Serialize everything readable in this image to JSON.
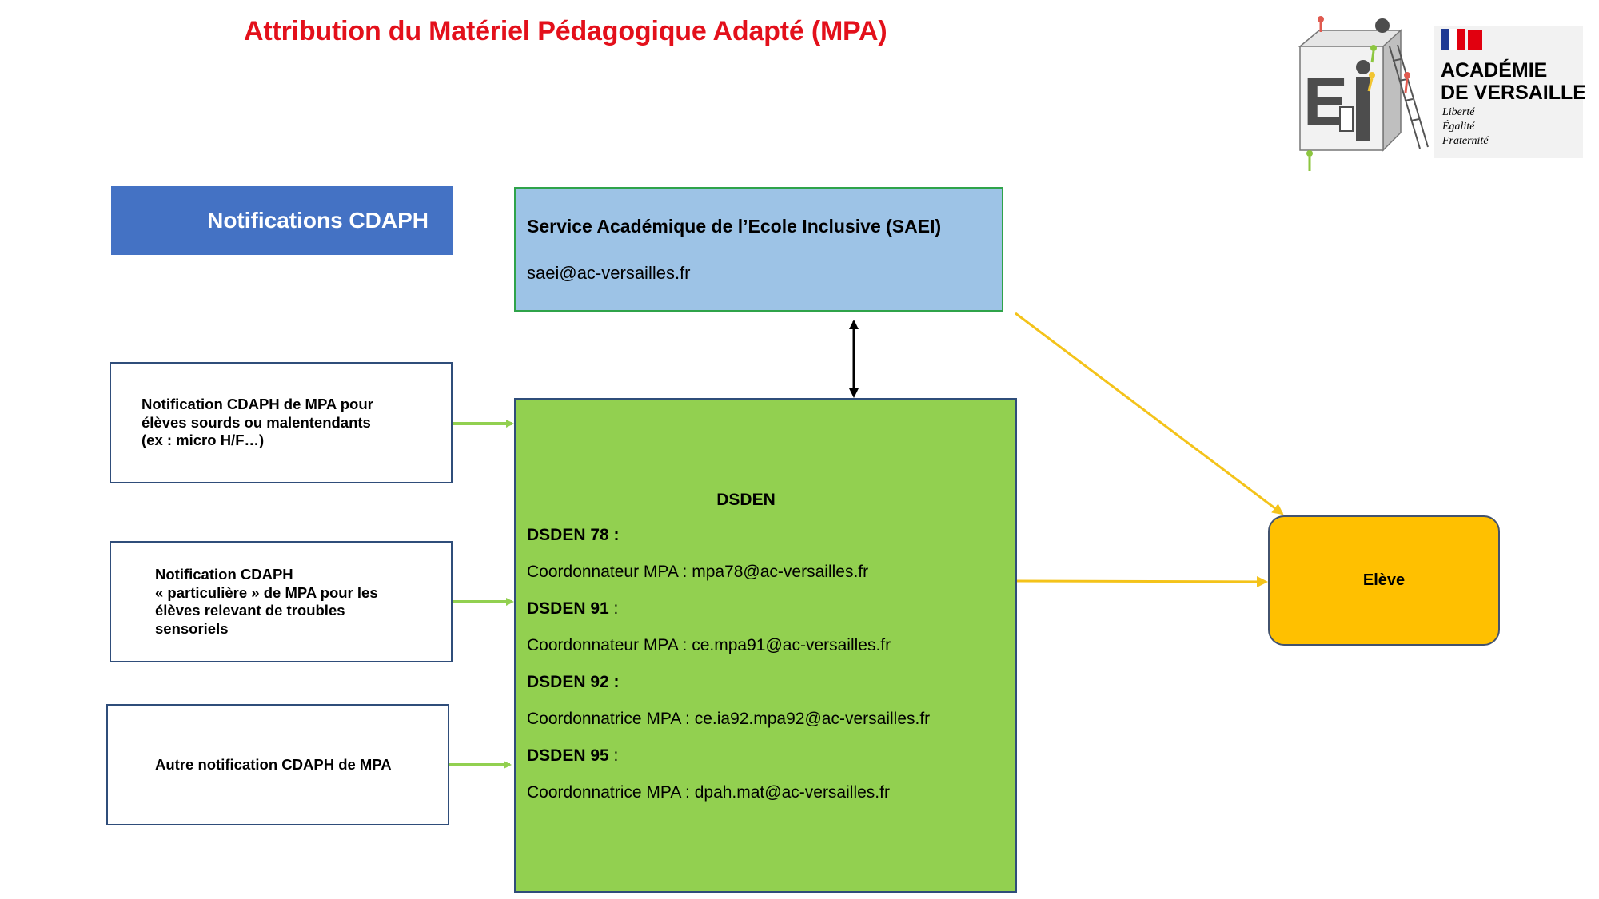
{
  "title": "Attribution du Matériel Pédagogique Adapté (MPA)",
  "notifications_header": "Notifications CDAPH",
  "saei": {
    "title": "Service Académique de l’Ecole Inclusive (SAEI)",
    "email": "saei@ac-versailles.fr"
  },
  "notifications": [
    {
      "text": "Notification CDAPH de MPA  pour\nélèves sourds ou malentendants\n(ex : micro H/F…)"
    },
    {
      "text": "Notification CDAPH\n« particulière » de MPA  pour les\nélèves relevant de troubles\nsensoriels"
    },
    {
      "text": "Autre notification CDAPH de MPA"
    }
  ],
  "dsden": {
    "title": "DSDEN",
    "entries": [
      {
        "label": "DSDEN 78",
        "suffix": " :",
        "contact": "Coordonnateur MPA : mpa78@ac-versailles.fr"
      },
      {
        "label": "DSDEN 91",
        "suffix": " :",
        "contact": "Coordonnateur MPA : ce.mpa91@ac-versailles.fr"
      },
      {
        "label": "DSDEN 92",
        "suffix": " :",
        "contact": "Coordonnatrice MPA : ce.ia92.mpa92@ac-versailles.fr"
      },
      {
        "label": "DSDEN 95",
        "suffix": " :",
        "contact": "Coordonnatrice MPA : dpah.mat@ac-versailles.fr"
      }
    ]
  },
  "eleve": "Elève",
  "logo": {
    "cube_text": "E I",
    "academie_line1": "ACADÉMIE",
    "academie_line2": "DE VERSAILLES",
    "motto": [
      "Liberté",
      "Égalité",
      "Fraternité"
    ]
  },
  "colors": {
    "title": "#e3101b",
    "notif_header": "#4472c4",
    "saei_fill": "#9dc3e6",
    "dsden_fill": "#92d050",
    "eleve_fill": "#ffc000",
    "green_arrow": "#92d050",
    "yellow_arrow": "#f4c31a"
  }
}
